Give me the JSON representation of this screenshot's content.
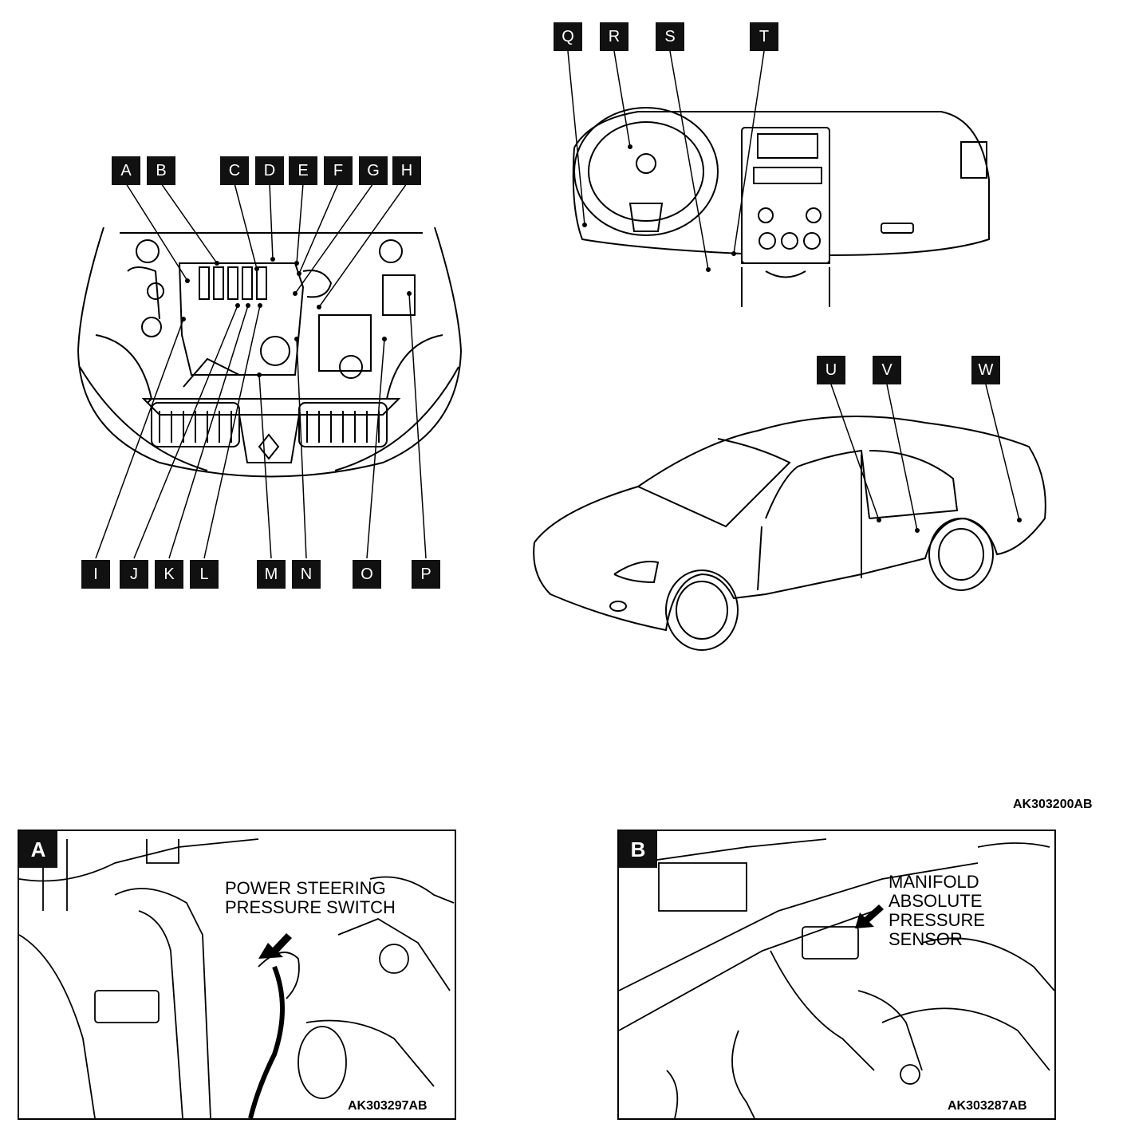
{
  "engine_labels": [
    "A",
    "B",
    "C",
    "D",
    "E",
    "F",
    "G",
    "H"
  ],
  "engine_bottom_labels": [
    "I",
    "J",
    "K",
    "L",
    "M",
    "N",
    "O",
    "P"
  ],
  "dash_labels": [
    "Q",
    "R",
    "S",
    "T"
  ],
  "car_labels": [
    "U",
    "V",
    "W"
  ],
  "main_code": "AK303200AB",
  "panel_a": {
    "badge": "A",
    "text_line1": "POWER STEERING",
    "text_line2": "PRESSURE SWITCH",
    "code": "AK303297AB"
  },
  "panel_b": {
    "badge": "B",
    "text_line1": "MANIFOLD",
    "text_line2": "ABSOLUTE",
    "text_line3": "PRESSURE",
    "text_line4": "SENSOR",
    "code": "AK303287AB"
  }
}
